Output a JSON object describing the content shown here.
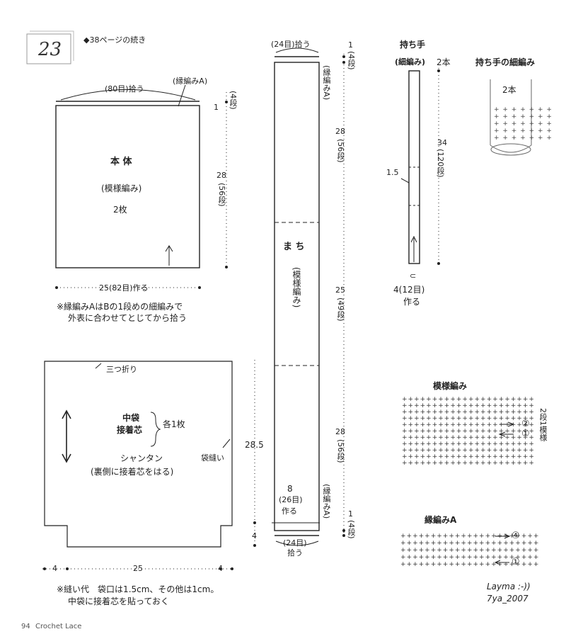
{
  "header": {
    "page_number": "23",
    "continued": "◆38ページの続き"
  },
  "body_panel": {
    "pickup": "(80目)拾う",
    "edge_label": "(縁編みA)",
    "top_cm": "1",
    "top_rows": "(4段)",
    "height_cm": "28",
    "height_rows": "(56段)",
    "name": "本 体",
    "pattern": "(模様編み)",
    "count": "2枚",
    "width": "25(82目)作る",
    "note_line1": "※縁編みAはBの1段めの細編みで",
    "note_line2": "外表に合わせてとじてから拾う"
  },
  "gusset": {
    "top_pickup": "(24目)拾う",
    "edge_top": "(縁編みA)",
    "top_cm": "1",
    "top_rows": "(4段)",
    "sec1_cm": "28",
    "sec1_rows": "(56段)",
    "name": "ま ち",
    "pattern": "(模様編み)",
    "sec2_cm": "25",
    "sec2_rows": "(49段)",
    "sec3_cm": "28",
    "sec3_rows": "(56段)",
    "make_cm": "8",
    "make_st": "(26目)",
    "make_label": "作る",
    "edge_bottom": "(縁編みA)",
    "bot_cm": "1",
    "bot_rows": "(4段)",
    "bottom_pickup": "(24目)",
    "bottom_pickup2": "拾う"
  },
  "handle": {
    "title": "持ち手",
    "subtitle": "(細編み)",
    "count": "2本",
    "width_cm": "1.5",
    "len_cm": "34",
    "len_rows": "(120段)",
    "cast_bracket": "⊂",
    "cast": "4(12目)",
    "cast_label": "作る"
  },
  "handle_sc": {
    "title": "持ち手の細編み",
    "count": "2本"
  },
  "lining": {
    "fold": "三つ折り",
    "name1": "中袋",
    "name2": "接着芯",
    "count": "各1枚",
    "fabric": "シャンタン",
    "fabric_note": "(裏側に接着芯をはる)",
    "seam": "袋縫い",
    "height": "28.5",
    "bottom_dim": "4",
    "w_left": "4",
    "w_center": "25",
    "w_right": "4",
    "note_line1": "※縫い代　袋口は1.5cm、その他は1cm。",
    "note_line2": "中袋に接着芯を貼っておく"
  },
  "pattern_chart": {
    "title": "模様編み",
    "row2": "②",
    "row1": "①",
    "repeat": "2段1模様"
  },
  "edge_chart": {
    "title": "縁編みA",
    "row4": "④",
    "row1": "①"
  },
  "credits": {
    "line1": "Layma :-))",
    "line2": "7ya_2007"
  },
  "footer": {
    "page": "94",
    "book": "Crochet Lace"
  }
}
